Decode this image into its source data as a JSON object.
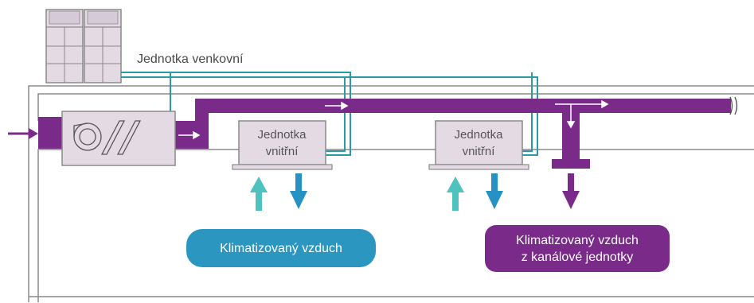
{
  "labels": {
    "outdoor_unit": "Jednotka venkovní",
    "indoor_unit_1": [
      "Jednotka",
      "vnitřní"
    ],
    "indoor_unit_2": [
      "Jednotka",
      "vnitřní"
    ],
    "conditioned_air": "Klimatizovaný vzduch",
    "duct_air_line1": "Klimatizovaný vzduch",
    "duct_air_line2": "z kanálové jednotky"
  },
  "colors": {
    "duct_purple": "#7a2b8a",
    "unit_fill": "#e3dae4",
    "refrigerant_line": "#2a9aa6",
    "supply_arrow_teal": "#4ec2be",
    "return_arrow_blue": "#2591c4",
    "badge_blue": "#2b97c0",
    "badge_purple": "#7a2b8a",
    "outline_gray": "#8a8a8a"
  }
}
